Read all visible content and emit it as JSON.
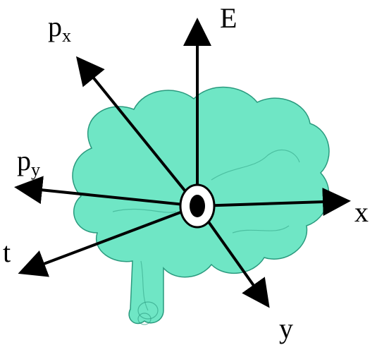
{
  "diagram": {
    "axes": [
      {
        "id": "E",
        "label": "E",
        "sub": ""
      },
      {
        "id": "px",
        "label": "p",
        "sub": "x"
      },
      {
        "id": "py",
        "label": "p",
        "sub": "y"
      },
      {
        "id": "x",
        "label": "x",
        "sub": ""
      },
      {
        "id": "t",
        "label": "t",
        "sub": ""
      },
      {
        "id": "y",
        "label": "y",
        "sub": ""
      }
    ],
    "colors": {
      "cloud_fill": "#4fe0b8",
      "cloud_stroke": "#2a9a7e",
      "arrow": "#000000",
      "origin_ring": "#ffffff",
      "origin_dot": "#000000"
    }
  }
}
